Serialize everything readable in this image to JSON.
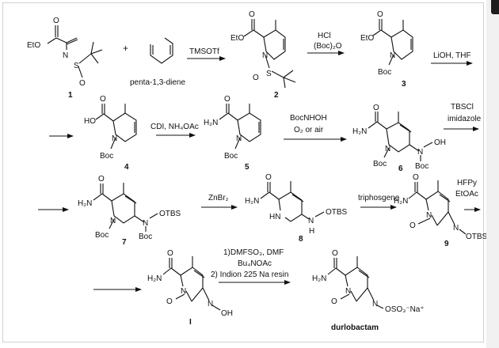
{
  "compounds": {
    "c1": {
      "label": "1",
      "atoms": [
        "O",
        "EtO",
        "N",
        "S",
        "O"
      ]
    },
    "c_diene": {
      "name": "penta-1,3-diene"
    },
    "c2": {
      "label": "2",
      "atoms": [
        "O",
        "EtO",
        "N",
        "S",
        "O"
      ]
    },
    "c3": {
      "label": "3",
      "atoms": [
        "O",
        "EtO",
        "N",
        "Boc"
      ]
    },
    "c4": {
      "label": "4",
      "atoms": [
        "O",
        "HO",
        "N",
        "Boc"
      ]
    },
    "c5": {
      "label": "5",
      "atoms": [
        "O",
        "H₂N",
        "N",
        "Boc"
      ]
    },
    "c6": {
      "label": "6",
      "atoms": [
        "O",
        "H₂N",
        "N",
        "Boc",
        "N",
        "OH",
        "Boc"
      ]
    },
    "c7": {
      "label": "7",
      "atoms": [
        "O",
        "H₂N",
        "N",
        "Boc",
        "N",
        "OTBS",
        "Boc"
      ]
    },
    "c8": {
      "label": "8",
      "atoms": [
        "O",
        "H₂N",
        "HN",
        "N",
        "H",
        "OTBS"
      ]
    },
    "c9": {
      "label": "9",
      "atoms": [
        "O",
        "H₂N",
        "N",
        "O",
        "N",
        "OTBS"
      ]
    },
    "cI": {
      "label": "I",
      "atoms": [
        "O",
        "H₂N",
        "N",
        "O",
        "N",
        "OH"
      ]
    },
    "cDur": {
      "label": "durlobactam",
      "atoms": [
        "O",
        "H₂N",
        "N",
        "O",
        "N",
        "OSO₃⁻Na⁺"
      ]
    }
  },
  "plus_sign": "+",
  "steps": [
    {
      "id": "s1",
      "lines": [
        "TMSOTf"
      ]
    },
    {
      "id": "s2",
      "lines": [
        "HCl",
        "(Boc)₂O"
      ]
    },
    {
      "id": "s3",
      "lines": [
        "LiOH, THF"
      ]
    },
    {
      "id": "s4",
      "lines": [
        "CDI, NH₄OAc"
      ]
    },
    {
      "id": "s5",
      "lines": [
        "BocNHOH",
        "O₂ or air"
      ]
    },
    {
      "id": "s6",
      "lines": [
        "TBSCl",
        "imidazole"
      ]
    },
    {
      "id": "s7",
      "lines": [
        "ZnBr₂"
      ]
    },
    {
      "id": "s8",
      "lines": [
        "triphosgene"
      ]
    },
    {
      "id": "s9",
      "lines": [
        "HFPy",
        "EtOAc"
      ]
    },
    {
      "id": "s10",
      "lines": [
        "1)DMFSO₃, DMF",
        "Bu₄NOAc",
        "2) Indion 225 Na resin"
      ]
    }
  ]
}
